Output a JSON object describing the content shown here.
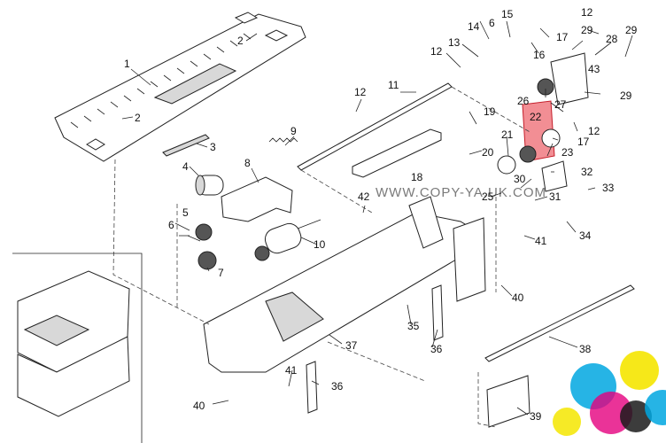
{
  "watermark": "WWW.COPY-YA.UK.COM",
  "labels": [
    {
      "id": "p1",
      "text": "1"
    },
    {
      "id": "p2a",
      "text": "2"
    },
    {
      "id": "p2b",
      "text": "2"
    },
    {
      "id": "p3",
      "text": "3"
    },
    {
      "id": "p4",
      "text": "4"
    },
    {
      "id": "p5",
      "text": "5"
    },
    {
      "id": "p6a",
      "text": "6"
    },
    {
      "id": "p6b",
      "text": "6"
    },
    {
      "id": "p7",
      "text": "7"
    },
    {
      "id": "p8",
      "text": "8"
    },
    {
      "id": "p9",
      "text": "9"
    },
    {
      "id": "p10",
      "text": "10"
    },
    {
      "id": "p11",
      "text": "11"
    },
    {
      "id": "p12a",
      "text": "12"
    },
    {
      "id": "p12b",
      "text": "12"
    },
    {
      "id": "p12c",
      "text": "12"
    },
    {
      "id": "p12d",
      "text": "12"
    },
    {
      "id": "p13",
      "text": "13"
    },
    {
      "id": "p14",
      "text": "14"
    },
    {
      "id": "p15",
      "text": "15"
    },
    {
      "id": "p16",
      "text": "16"
    },
    {
      "id": "p17a",
      "text": "17"
    },
    {
      "id": "p17b",
      "text": "17"
    },
    {
      "id": "p18",
      "text": "18"
    },
    {
      "id": "p19",
      "text": "19"
    },
    {
      "id": "p20",
      "text": "20"
    },
    {
      "id": "p21",
      "text": "21"
    },
    {
      "id": "p22",
      "text": "22"
    },
    {
      "id": "p23",
      "text": "23"
    },
    {
      "id": "p25",
      "text": "25"
    },
    {
      "id": "p26",
      "text": "26"
    },
    {
      "id": "p27",
      "text": "27"
    },
    {
      "id": "p28",
      "text": "28"
    },
    {
      "id": "p29a",
      "text": "29"
    },
    {
      "id": "p29b",
      "text": "29"
    },
    {
      "id": "p29c",
      "text": "29"
    },
    {
      "id": "p30",
      "text": "30"
    },
    {
      "id": "p31",
      "text": "31"
    },
    {
      "id": "p32",
      "text": "32"
    },
    {
      "id": "p33",
      "text": "33"
    },
    {
      "id": "p34",
      "text": "34"
    },
    {
      "id": "p35",
      "text": "35"
    },
    {
      "id": "p36a",
      "text": "36"
    },
    {
      "id": "p36b",
      "text": "36"
    },
    {
      "id": "p37",
      "text": "37"
    },
    {
      "id": "p38",
      "text": "38"
    },
    {
      "id": "p39",
      "text": "39"
    },
    {
      "id": "p40a",
      "text": "40"
    },
    {
      "id": "p40b",
      "text": "40"
    },
    {
      "id": "p41a",
      "text": "41"
    },
    {
      "id": "p41b",
      "text": "41"
    },
    {
      "id": "p42",
      "text": "42"
    },
    {
      "id": "p43",
      "text": "43"
    }
  ],
  "highlight_color": "#e8323c",
  "logo_colors": [
    "#f5e600",
    "#00a7e1",
    "#e5007e",
    "#1a1a1a"
  ]
}
